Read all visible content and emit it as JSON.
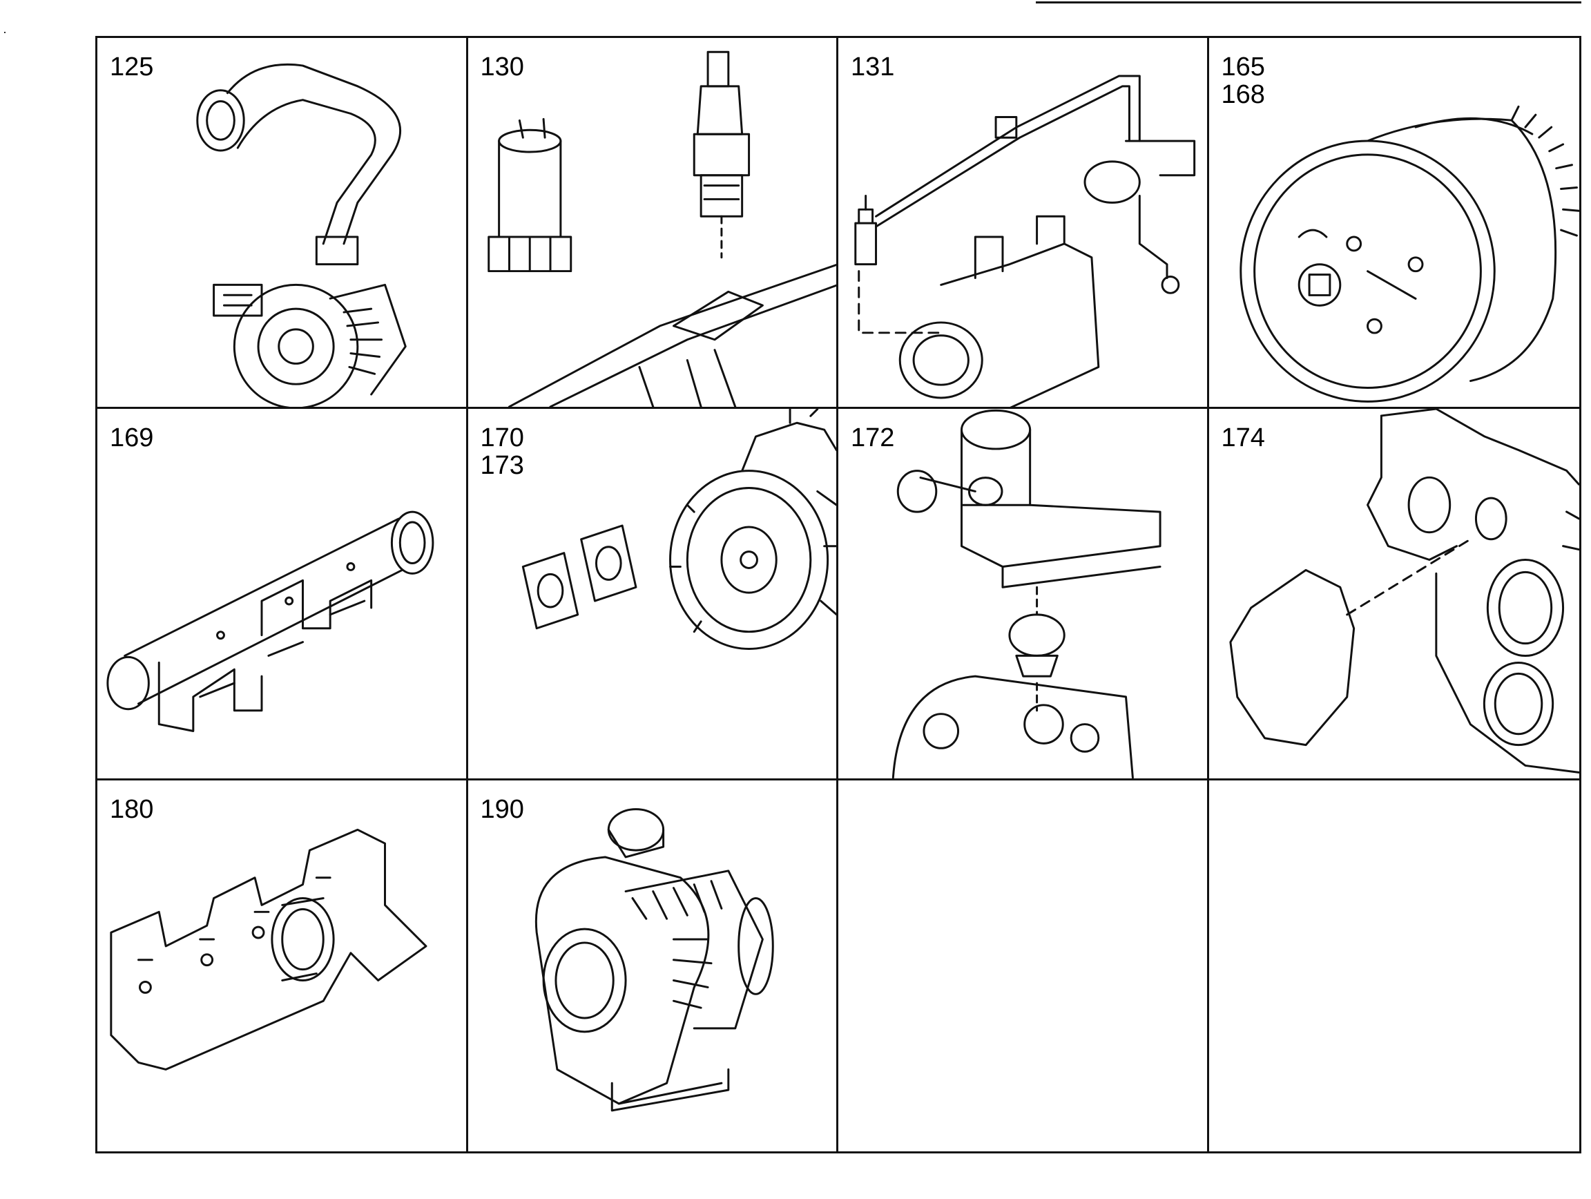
{
  "cells": [
    {
      "labels": [
        "125"
      ],
      "icon": "hose-turbo-assembly-drawing"
    },
    {
      "labels": [
        "130"
      ],
      "icon": "filter-and-injector-drawing"
    },
    {
      "labels": [
        "131"
      ],
      "icon": "fuel-line-and-valve-drawing"
    },
    {
      "labels": [
        "165",
        "168"
      ],
      "icon": "fan-clutch-drawing"
    },
    {
      "labels": [
        "169"
      ],
      "icon": "intake-manifold-drawing"
    },
    {
      "labels": [
        "170",
        "173"
      ],
      "icon": "flywheel-and-gaskets-drawing"
    },
    {
      "labels": [
        "172"
      ],
      "icon": "thermostat-housing-drawing"
    },
    {
      "labels": [
        "174"
      ],
      "icon": "timing-cover-drawing"
    },
    {
      "labels": [
        "180"
      ],
      "icon": "exhaust-manifold-drawing"
    },
    {
      "labels": [
        "190"
      ],
      "icon": "turbocharger-drawing"
    },
    {
      "labels": [],
      "icon": ""
    },
    {
      "labels": [],
      "icon": ""
    }
  ]
}
